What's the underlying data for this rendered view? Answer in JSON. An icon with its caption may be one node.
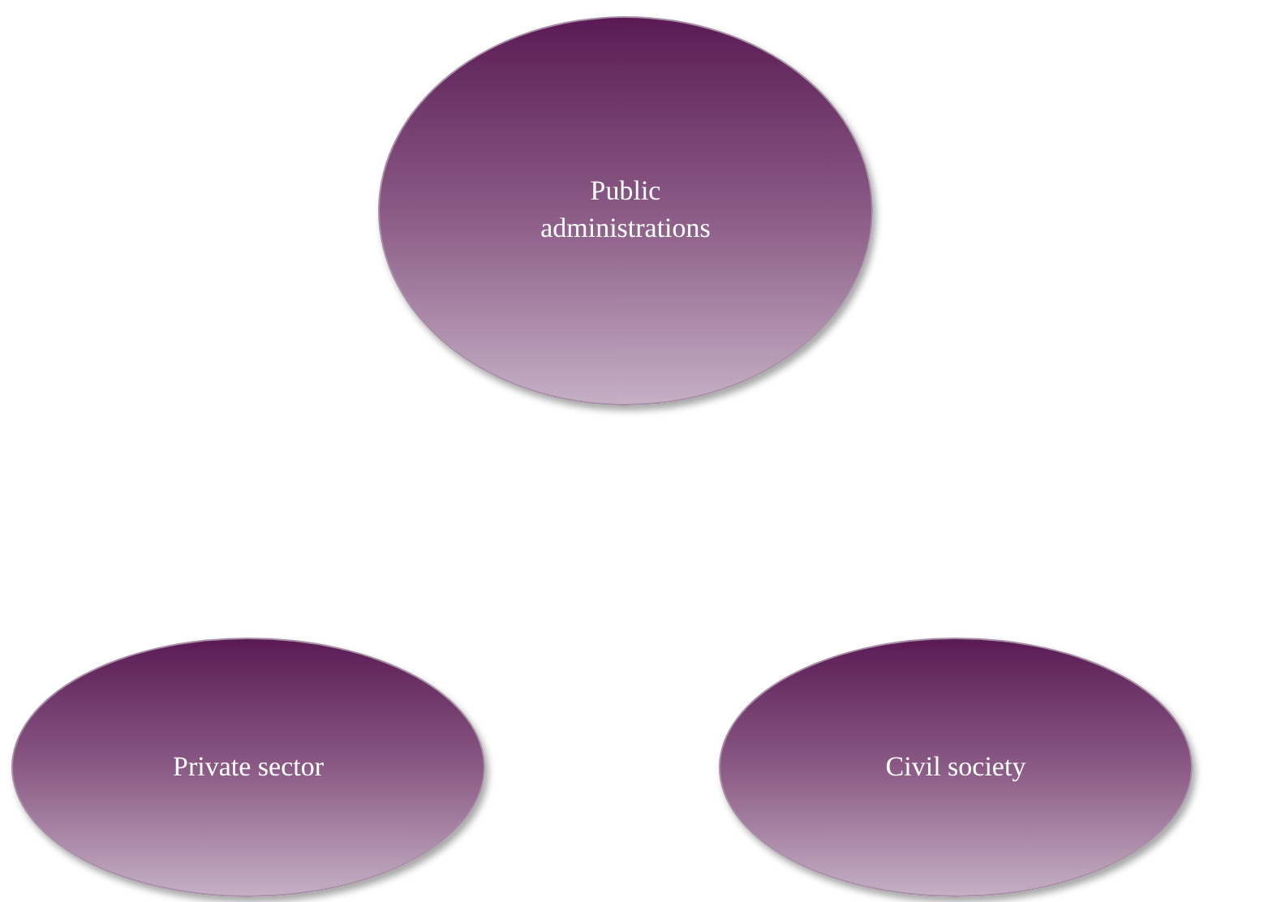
{
  "diagram": {
    "nodes": [
      {
        "text": [
          "Public administrations"
        ]
      },
      {
        "text": [
          "Private sector"
        ]
      },
      {
        "text": [
          "Civil society"
        ]
      }
    ]
  }
}
